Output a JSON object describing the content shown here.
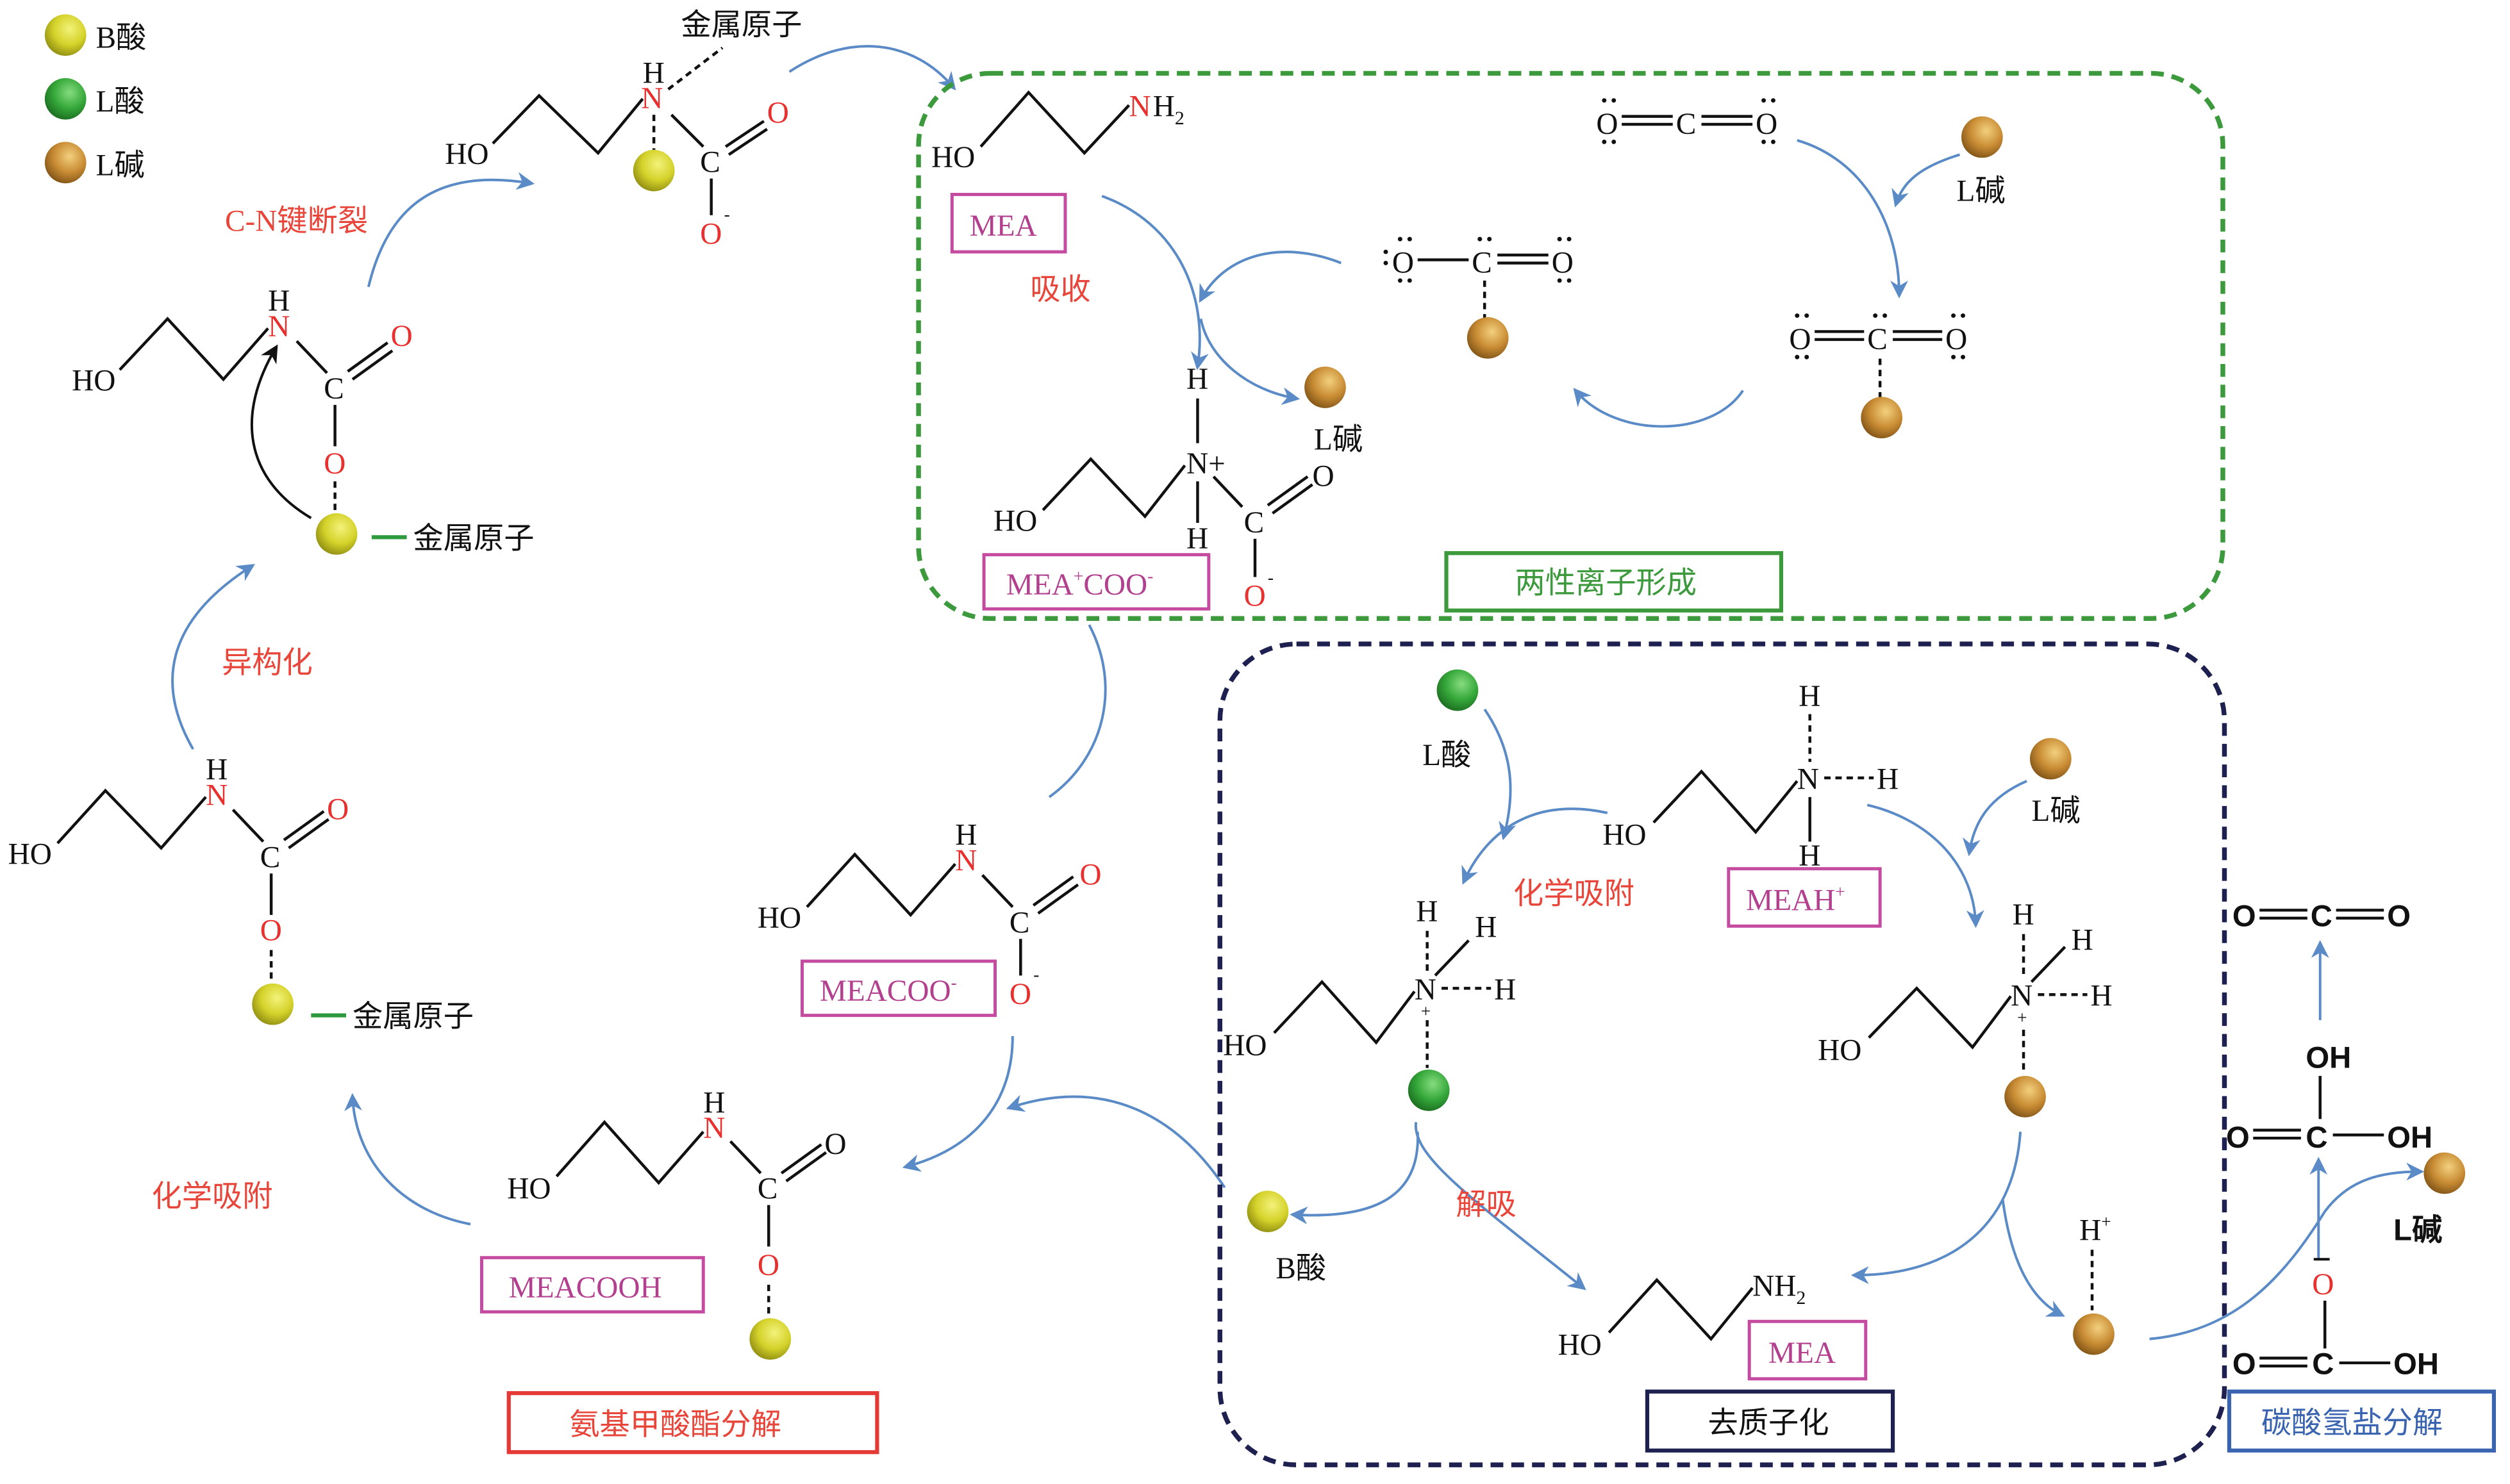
{
  "legend": {
    "items": [
      {
        "label": "B酸",
        "kind": "b-acid"
      },
      {
        "label": "L酸",
        "kind": "l-acid"
      },
      {
        "label": "L碱",
        "kind": "l-base"
      }
    ]
  },
  "colors": {
    "b_acid": "#d4d22a",
    "l_acid": "#35a83a",
    "l_base": "#c98c34",
    "arrow": "#5b8bc6",
    "red_label": "#e8463a",
    "species_tag": "#b2408f",
    "zwitterion_box": "#3c9a3c",
    "deprotonation_box": "#1e2150",
    "carbamate_box": "#e53935",
    "bicarbonate_box": "#3a64b0"
  },
  "atoms": {
    "HO": "HO",
    "H": "H",
    "N": "N",
    "C": "C",
    "O": "O",
    "OH": "OH",
    "NH": "NH",
    "sub2": "2",
    "plus": "+",
    "minus": "-",
    "Nplus": "N+"
  },
  "labels": {
    "metal_atom": "金属原子",
    "cn_break": "C-N键断裂",
    "isomerization": "异构化",
    "chemisorption": "化学吸附",
    "absorption": "吸收",
    "desorption": "解吸",
    "l_base": "L碱",
    "l_acid": "L酸",
    "b_acid": "B酸",
    "h_plus": "H"
  },
  "species": {
    "mea": "MEA",
    "mea_zwitterion": "MEA",
    "mea_zwitterion_mid": "COO",
    "meacoo": "MEACOO",
    "meacooh": "MEACOOH",
    "meah": "MEAH",
    "mea_bottom": "MEA"
  },
  "stages": {
    "zwitterion": "两性离子形成",
    "deprotonation": "去质子化",
    "carbamate": "氨基甲酸酯分解",
    "bicarbonate": "碳酸氢盐分解"
  }
}
